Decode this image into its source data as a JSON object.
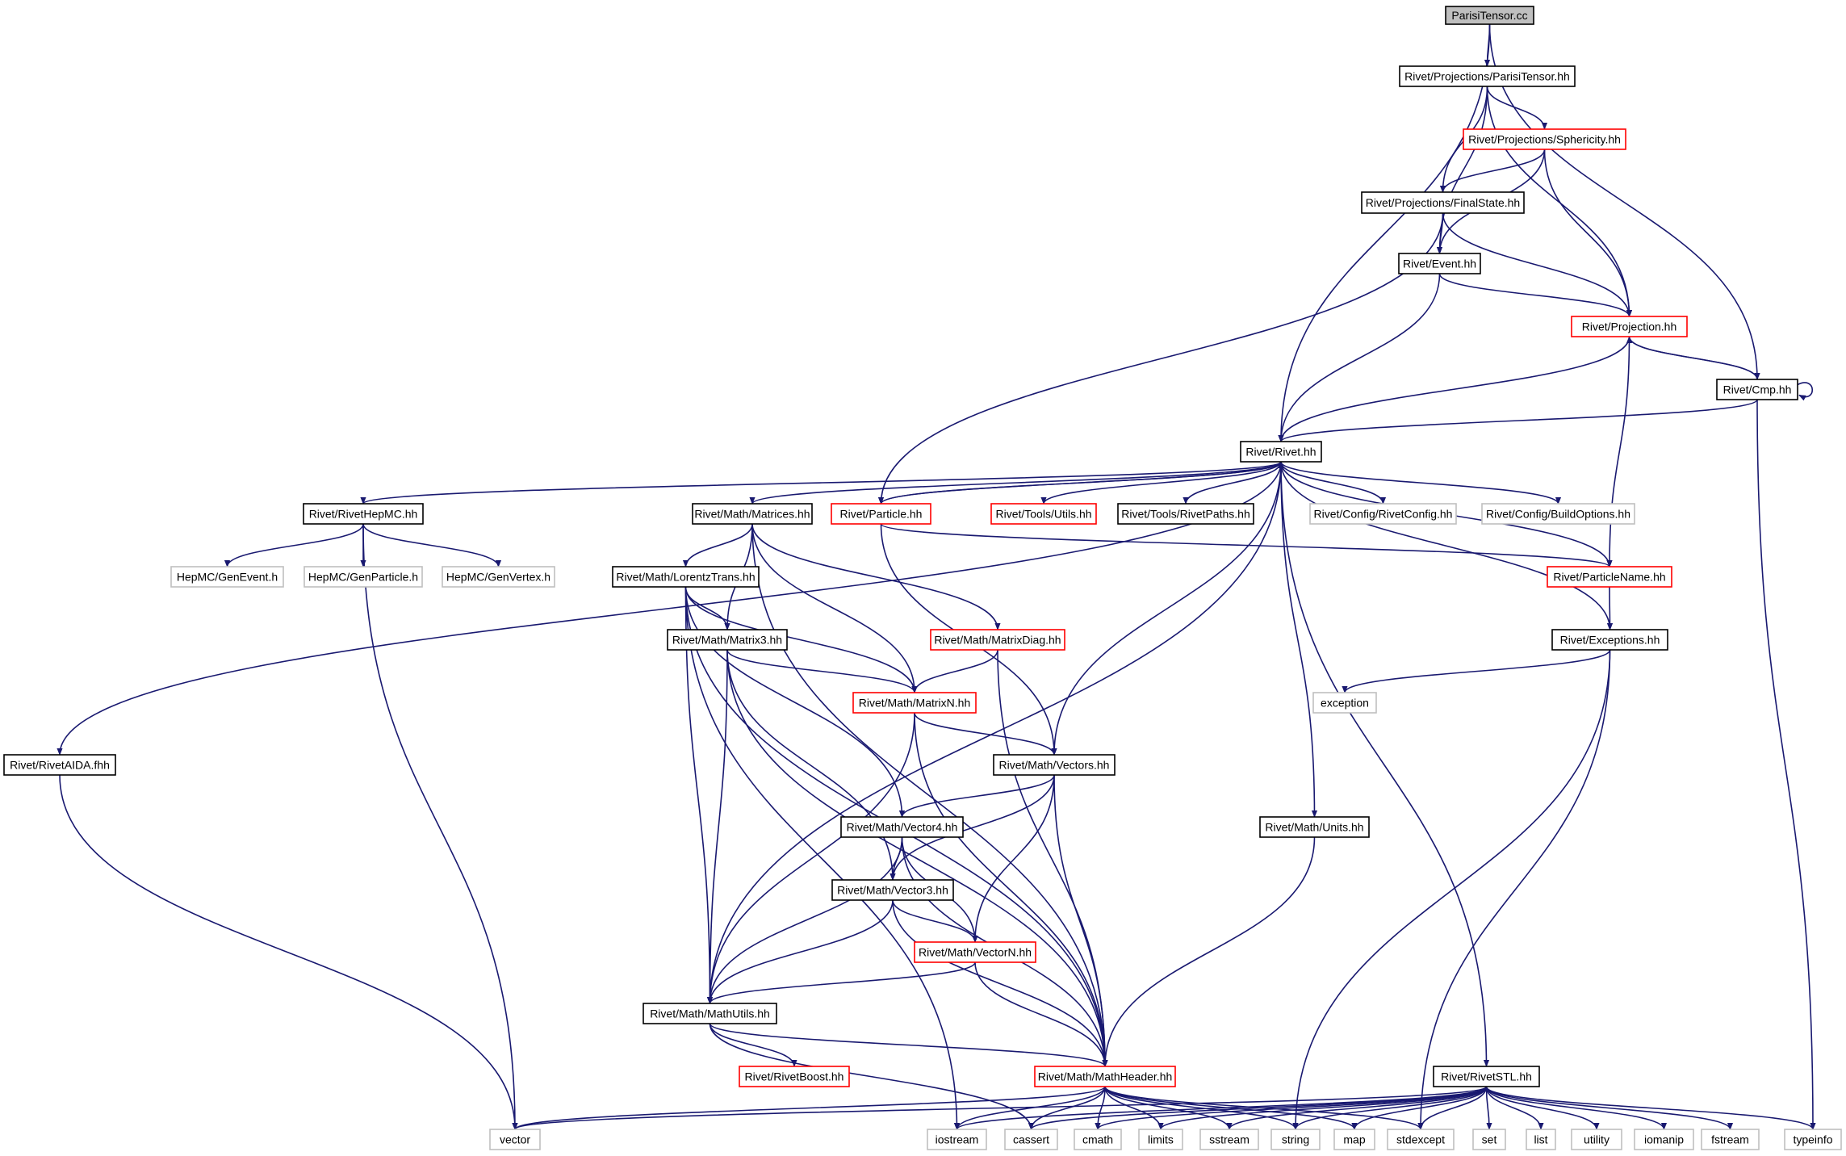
{
  "colors": {
    "edge": "#191970",
    "root_fill": "#bfbfbf",
    "normal_border": "#000000",
    "truncated_border": "#ff0000",
    "external_border": "#bfbfbf"
  },
  "nodes": [
    {
      "id": "n_root",
      "label": "ParisiTensor.cc",
      "style": "root"
    },
    {
      "id": "n_pt",
      "label": "Rivet/Projections/ParisiTensor.hh",
      "style": "normal"
    },
    {
      "id": "n_sph",
      "label": "Rivet/Projections/Sphericity.hh",
      "style": "truncated"
    },
    {
      "id": "n_fs",
      "label": "Rivet/Projections/FinalState.hh",
      "style": "normal"
    },
    {
      "id": "n_event",
      "label": "Rivet/Event.hh",
      "style": "normal"
    },
    {
      "id": "n_proj",
      "label": "Rivet/Projection.hh",
      "style": "truncated"
    },
    {
      "id": "n_cmp",
      "label": "Rivet/Cmp.hh",
      "style": "normal"
    },
    {
      "id": "n_rivet",
      "label": "Rivet/Rivet.hh",
      "style": "normal"
    },
    {
      "id": "n_hepmc",
      "label": "Rivet/RivetHepMC.hh",
      "style": "normal"
    },
    {
      "id": "n_matrices",
      "label": "Rivet/Math/Matrices.hh",
      "style": "normal"
    },
    {
      "id": "n_particle",
      "label": "Rivet/Particle.hh",
      "style": "truncated"
    },
    {
      "id": "n_utils",
      "label": "Rivet/Tools/Utils.hh",
      "style": "truncated"
    },
    {
      "id": "n_paths",
      "label": "Rivet/Tools/RivetPaths.hh",
      "style": "normal"
    },
    {
      "id": "n_config",
      "label": "Rivet/Config/RivetConfig.hh",
      "style": "external"
    },
    {
      "id": "n_buildopt",
      "label": "Rivet/Config/BuildOptions.hh",
      "style": "external"
    },
    {
      "id": "n_genevent",
      "label": "HepMC/GenEvent.h",
      "style": "external"
    },
    {
      "id": "n_genparticle",
      "label": "HepMC/GenParticle.h",
      "style": "external"
    },
    {
      "id": "n_genvertex",
      "label": "HepMC/GenVertex.h",
      "style": "external"
    },
    {
      "id": "n_lorentz",
      "label": "Rivet/Math/LorentzTrans.hh",
      "style": "normal"
    },
    {
      "id": "n_pname",
      "label": "Rivet/ParticleName.hh",
      "style": "truncated"
    },
    {
      "id": "n_matrix3",
      "label": "Rivet/Math/Matrix3.hh",
      "style": "normal"
    },
    {
      "id": "n_mdiag",
      "label": "Rivet/Math/MatrixDiag.hh",
      "style": "truncated"
    },
    {
      "id": "n_except",
      "label": "Rivet/Exceptions.hh",
      "style": "normal"
    },
    {
      "id": "n_exception",
      "label": "exception",
      "style": "external"
    },
    {
      "id": "n_matrixn",
      "label": "Rivet/Math/MatrixN.hh",
      "style": "truncated"
    },
    {
      "id": "n_aida",
      "label": "Rivet/RivetAIDA.fhh",
      "style": "normal"
    },
    {
      "id": "n_vectors",
      "label": "Rivet/Math/Vectors.hh",
      "style": "normal"
    },
    {
      "id": "n_vector4",
      "label": "Rivet/Math/Vector4.hh",
      "style": "normal"
    },
    {
      "id": "n_units",
      "label": "Rivet/Math/Units.hh",
      "style": "normal"
    },
    {
      "id": "n_vector3",
      "label": "Rivet/Math/Vector3.hh",
      "style": "normal"
    },
    {
      "id": "n_vectorn",
      "label": "Rivet/Math/VectorN.hh",
      "style": "truncated"
    },
    {
      "id": "n_mathutils",
      "label": "Rivet/Math/MathUtils.hh",
      "style": "normal"
    },
    {
      "id": "n_boost",
      "label": "Rivet/RivetBoost.hh",
      "style": "truncated"
    },
    {
      "id": "n_mathheader",
      "label": "Rivet/Math/MathHeader.hh",
      "style": "truncated"
    },
    {
      "id": "n_stl",
      "label": "Rivet/RivetSTL.hh",
      "style": "normal"
    },
    {
      "id": "n_vector",
      "label": "vector",
      "style": "external"
    },
    {
      "id": "n_iostream",
      "label": "iostream",
      "style": "external"
    },
    {
      "id": "n_cassert",
      "label": "cassert",
      "style": "external"
    },
    {
      "id": "n_cmath",
      "label": "cmath",
      "style": "external"
    },
    {
      "id": "n_limits",
      "label": "limits",
      "style": "external"
    },
    {
      "id": "n_sstream",
      "label": "sstream",
      "style": "external"
    },
    {
      "id": "n_string",
      "label": "string",
      "style": "external"
    },
    {
      "id": "n_map",
      "label": "map",
      "style": "external"
    },
    {
      "id": "n_stdexcept",
      "label": "stdexcept",
      "style": "external"
    },
    {
      "id": "n_set",
      "label": "set",
      "style": "external"
    },
    {
      "id": "n_list",
      "label": "list",
      "style": "external"
    },
    {
      "id": "n_utility",
      "label": "utility",
      "style": "external"
    },
    {
      "id": "n_iomanip",
      "label": "iomanip",
      "style": "external"
    },
    {
      "id": "n_fstream",
      "label": "fstream",
      "style": "external"
    },
    {
      "id": "n_typeinfo",
      "label": "typeinfo",
      "style": "external"
    }
  ],
  "edges": [
    [
      "n_root",
      "n_pt"
    ],
    [
      "n_root",
      "n_rivet"
    ],
    [
      "n_root",
      "n_cmp"
    ],
    [
      "n_pt",
      "n_sph"
    ],
    [
      "n_pt",
      "n_fs"
    ],
    [
      "n_pt",
      "n_event"
    ],
    [
      "n_pt",
      "n_proj"
    ],
    [
      "n_sph",
      "n_fs"
    ],
    [
      "n_sph",
      "n_event"
    ],
    [
      "n_sph",
      "n_proj"
    ],
    [
      "n_fs",
      "n_event"
    ],
    [
      "n_fs",
      "n_proj"
    ],
    [
      "n_fs",
      "n_particle"
    ],
    [
      "n_event",
      "n_proj"
    ],
    [
      "n_event",
      "n_rivet"
    ],
    [
      "n_proj",
      "n_rivet"
    ],
    [
      "n_proj",
      "n_cmp"
    ],
    [
      "n_proj",
      "n_pname"
    ],
    [
      "n_cmp",
      "n_proj"
    ],
    [
      "n_cmp",
      "n_cmp"
    ],
    [
      "n_cmp",
      "n_rivet"
    ],
    [
      "n_cmp",
      "n_typeinfo"
    ],
    [
      "n_rivet",
      "n_hepmc"
    ],
    [
      "n_rivet",
      "n_aida"
    ],
    [
      "n_rivet",
      "n_matrices"
    ],
    [
      "n_rivet",
      "n_particle"
    ],
    [
      "n_rivet",
      "n_utils"
    ],
    [
      "n_rivet",
      "n_paths"
    ],
    [
      "n_rivet",
      "n_config"
    ],
    [
      "n_rivet",
      "n_buildopt"
    ],
    [
      "n_rivet",
      "n_pname"
    ],
    [
      "n_rivet",
      "n_except"
    ],
    [
      "n_rivet",
      "n_units"
    ],
    [
      "n_rivet",
      "n_stl"
    ],
    [
      "n_rivet",
      "n_vectors"
    ],
    [
      "n_rivet",
      "n_mathutils"
    ],
    [
      "n_particle",
      "n_rivet"
    ],
    [
      "n_particle",
      "n_pname"
    ],
    [
      "n_particle",
      "n_vectors"
    ],
    [
      "n_hepmc",
      "n_genevent"
    ],
    [
      "n_hepmc",
      "n_genparticle"
    ],
    [
      "n_hepmc",
      "n_genvertex"
    ],
    [
      "n_hepmc",
      "n_vector"
    ],
    [
      "n_matrices",
      "n_lorentz"
    ],
    [
      "n_matrices",
      "n_matrix3"
    ],
    [
      "n_matrices",
      "n_mdiag"
    ],
    [
      "n_matrices",
      "n_matrixn"
    ],
    [
      "n_matrices",
      "n_mathheader"
    ],
    [
      "n_lorentz",
      "n_matrix3"
    ],
    [
      "n_lorentz",
      "n_matrixn"
    ],
    [
      "n_lorentz",
      "n_vector4"
    ],
    [
      "n_lorentz",
      "n_mathutils"
    ],
    [
      "n_lorentz",
      "n_mathheader"
    ],
    [
      "n_lorentz",
      "n_iostream"
    ],
    [
      "n_matrix3",
      "n_matrixn"
    ],
    [
      "n_matrix3",
      "n_vector3"
    ],
    [
      "n_matrix3",
      "n_mathutils"
    ],
    [
      "n_matrix3",
      "n_mathheader"
    ],
    [
      "n_mdiag",
      "n_matrixn"
    ],
    [
      "n_mdiag",
      "n_mathheader"
    ],
    [
      "n_matrixn",
      "n_vectors"
    ],
    [
      "n_matrixn",
      "n_mathutils"
    ],
    [
      "n_matrixn",
      "n_mathheader"
    ],
    [
      "n_pname",
      "n_except"
    ],
    [
      "n_except",
      "n_exception"
    ],
    [
      "n_except",
      "n_string"
    ],
    [
      "n_except",
      "n_stdexcept"
    ],
    [
      "n_vectors",
      "n_vector4"
    ],
    [
      "n_vectors",
      "n_vector3"
    ],
    [
      "n_vectors",
      "n_vectorn"
    ],
    [
      "n_vectors",
      "n_mathheader"
    ],
    [
      "n_vector4",
      "n_vector3"
    ],
    [
      "n_vector4",
      "n_vectorn"
    ],
    [
      "n_vector4",
      "n_mathutils"
    ],
    [
      "n_vector4",
      "n_mathheader"
    ],
    [
      "n_vector3",
      "n_vectorn"
    ],
    [
      "n_vector3",
      "n_mathutils"
    ],
    [
      "n_vector3",
      "n_mathheader"
    ],
    [
      "n_vectorn",
      "n_mathutils"
    ],
    [
      "n_vectorn",
      "n_mathheader"
    ],
    [
      "n_units",
      "n_mathheader"
    ],
    [
      "n_mathutils",
      "n_boost"
    ],
    [
      "n_mathutils",
      "n_mathheader"
    ],
    [
      "n_mathutils",
      "n_cassert"
    ],
    [
      "n_aida",
      "n_vector"
    ],
    [
      "n_mathheader",
      "n_vector"
    ],
    [
      "n_mathheader",
      "n_iostream"
    ],
    [
      "n_mathheader",
      "n_cassert"
    ],
    [
      "n_mathheader",
      "n_cmath"
    ],
    [
      "n_mathheader",
      "n_limits"
    ],
    [
      "n_mathheader",
      "n_sstream"
    ],
    [
      "n_mathheader",
      "n_string"
    ],
    [
      "n_mathheader",
      "n_map"
    ],
    [
      "n_mathheader",
      "n_stdexcept"
    ],
    [
      "n_stl",
      "n_vector"
    ],
    [
      "n_stl",
      "n_iostream"
    ],
    [
      "n_stl",
      "n_cassert"
    ],
    [
      "n_stl",
      "n_cmath"
    ],
    [
      "n_stl",
      "n_limits"
    ],
    [
      "n_stl",
      "n_sstream"
    ],
    [
      "n_stl",
      "n_string"
    ],
    [
      "n_stl",
      "n_map"
    ],
    [
      "n_stl",
      "n_stdexcept"
    ],
    [
      "n_stl",
      "n_set"
    ],
    [
      "n_stl",
      "n_list"
    ],
    [
      "n_stl",
      "n_utility"
    ],
    [
      "n_stl",
      "n_iomanip"
    ],
    [
      "n_stl",
      "n_fstream"
    ],
    [
      "n_stl",
      "n_typeinfo"
    ]
  ]
}
